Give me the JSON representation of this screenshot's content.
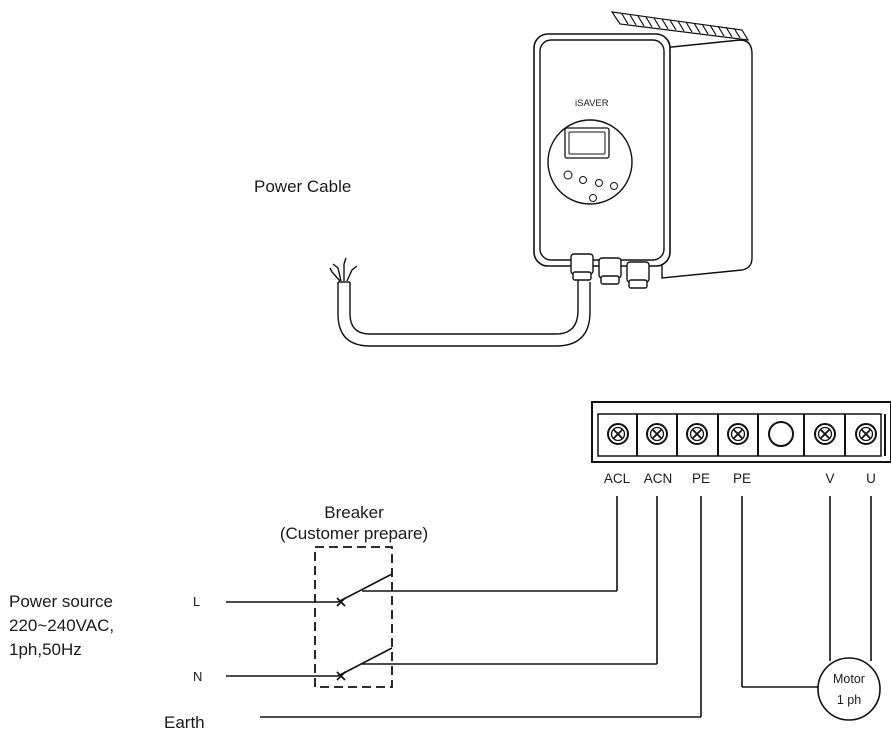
{
  "device": {
    "brand": "iSAVER"
  },
  "labels": {
    "power_cable": "Power Cable",
    "breaker_line1": "Breaker",
    "breaker_line2": "(Customer prepare)",
    "source_line1": "Power source",
    "source_line2": "220~240VAC,",
    "source_line3": "1ph,50Hz",
    "line_L": "L",
    "line_N": "N",
    "earth": "Earth",
    "motor_line1": "Motor",
    "motor_line2": "1 ph"
  },
  "terminals": [
    "ACL",
    "ACN",
    "PE",
    "PE",
    "",
    "V",
    "U"
  ]
}
